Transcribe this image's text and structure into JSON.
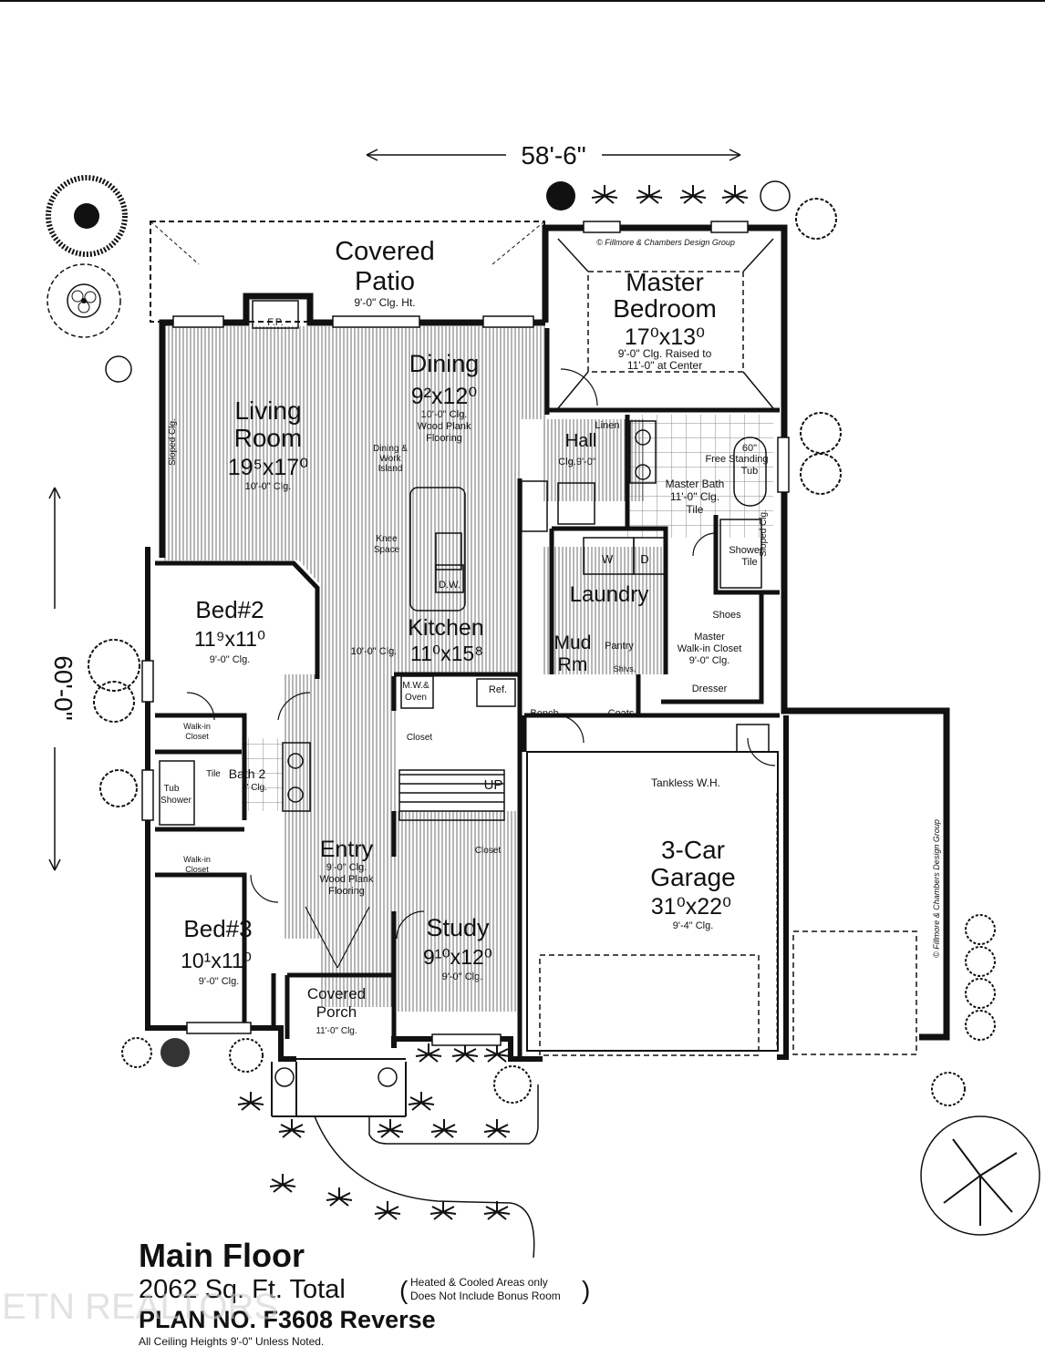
{
  "dimensions": {
    "width": "58'-6\"",
    "depth": "60'-0\""
  },
  "copyright": {
    "top": "© Fillmore & Chambers Design Group",
    "side": "© Fillmore & Chambers Design Group"
  },
  "rooms": {
    "patio": {
      "name_line1": "Covered",
      "name_line2": "Patio",
      "ceiling": "9'-0\" Clg. Ht."
    },
    "fireplace": {
      "label": "F.P."
    },
    "master": {
      "name_line1": "Master",
      "name_line2": "Bedroom",
      "size": "17⁰x13⁰",
      "ceiling_line1": "9'-0\" Clg. Raised to",
      "ceiling_line2": "11'-0\" at Center"
    },
    "dining": {
      "name": "Dining",
      "size": "9²x12⁰",
      "note_line1": "10'-0\" Clg.",
      "note_line2": "Wood Plank",
      "note_line3": "Flooring"
    },
    "living": {
      "name_line1": "Living",
      "name_line2": "Room",
      "size": "19⁵x17⁰",
      "ceiling": "10'-0\" Clg.",
      "sloped": "Sloped Clg."
    },
    "island": {
      "label_line1": "Dining &",
      "label_line2": "Work",
      "label_line3": "Island",
      "knee_line1": "Knee",
      "knee_line2": "Space",
      "dw": "D.W."
    },
    "hall": {
      "name": "Hall",
      "ceiling": "Clg.9'-0\"",
      "linen": "Linen"
    },
    "master_bath": {
      "name": "Master Bath",
      "ceiling": "11'-0\" Clg.",
      "floor": "Tile",
      "tub_size": "60\"",
      "tub_label_line1": "Free Standing",
      "tub_label_line2": "Tub",
      "shower_line1": "Shower",
      "shower_line2": "Tile",
      "sloped": "Sloped Clg."
    },
    "laundry": {
      "name": "Laundry",
      "washer": "W",
      "dryer": "D"
    },
    "kitchen": {
      "name": "Kitchen",
      "size": "11⁰x15⁸",
      "ceiling": "10'-0\" Clg."
    },
    "mud": {
      "name_line1": "Mud",
      "name_line2": "Rm",
      "pantry": "Pantry",
      "shelves": "Shlvs.",
      "bench": "Bench",
      "coats": "Coats"
    },
    "master_closet": {
      "shoes": "Shoes",
      "name_line1": "Master",
      "name_line2": "Walk-in Closet",
      "ceiling": "9'-0\" Clg.",
      "dresser": "Dresser"
    },
    "bed2": {
      "name": "Bed#2",
      "size": "11⁹x11⁰",
      "ceiling": "9'-0\" Clg."
    },
    "closet2": {
      "line1": "Walk-in",
      "line2": "Closet"
    },
    "bath2": {
      "name": "Bath 2",
      "ceiling": "9' Clg.",
      "tile": "Tile",
      "tub_line1": "Tub",
      "tub_line2": "Shower"
    },
    "closet3": {
      "line1": "Walk-in",
      "line2": "Closet"
    },
    "bed3": {
      "name": "Bed#3",
      "size": "10¹x11⁰",
      "ceiling": "9'-0\" Clg."
    },
    "appliances": {
      "mw_line1": "M.W.&",
      "mw_line2": "Oven",
      "ref": "Ref."
    },
    "hall_closet": {
      "label": "Closet"
    },
    "stairs": {
      "label": "UP"
    },
    "entry": {
      "name": "Entry",
      "ceiling": "9'-0\" Clg.",
      "floor_line1": "Wood Plank",
      "floor_line2": "Flooring"
    },
    "study": {
      "name": "Study",
      "size": "9¹⁰x12⁰",
      "ceiling": "9'-0\" Clg.",
      "closet": "Closet"
    },
    "porch": {
      "name_line1": "Covered",
      "name_line2": "Porch",
      "ceiling": "11'-0\" Clg."
    },
    "garage": {
      "name_line1": "3-Car",
      "name_line2": "Garage",
      "size": "31⁰x22⁰",
      "ceiling": "9'-4\" Clg.",
      "water_heater": "Tankless W.H."
    }
  },
  "title_block": {
    "title": "Main Floor",
    "area_line": "2062 Sq. Ft. Total",
    "note_line1": "Heated & Cooled Areas only",
    "note_line2": "Does Not Include Bonus Room",
    "plan": "PLAN NO. F3608 Reverse",
    "ceiling_note": "All Ceiling Heights 9'-0\" Unless Noted."
  },
  "watermark": {
    "text": "ETN REALTORS"
  },
  "colors": {
    "ink": "#111111",
    "paper": "#ffffff",
    "floor_hatch": "#6d6d6d",
    "tile_grid": "#888888"
  },
  "icons": {
    "trees": "tree-icon",
    "plants": "plant-icon",
    "arrows": "dimension-arrow-icon"
  }
}
